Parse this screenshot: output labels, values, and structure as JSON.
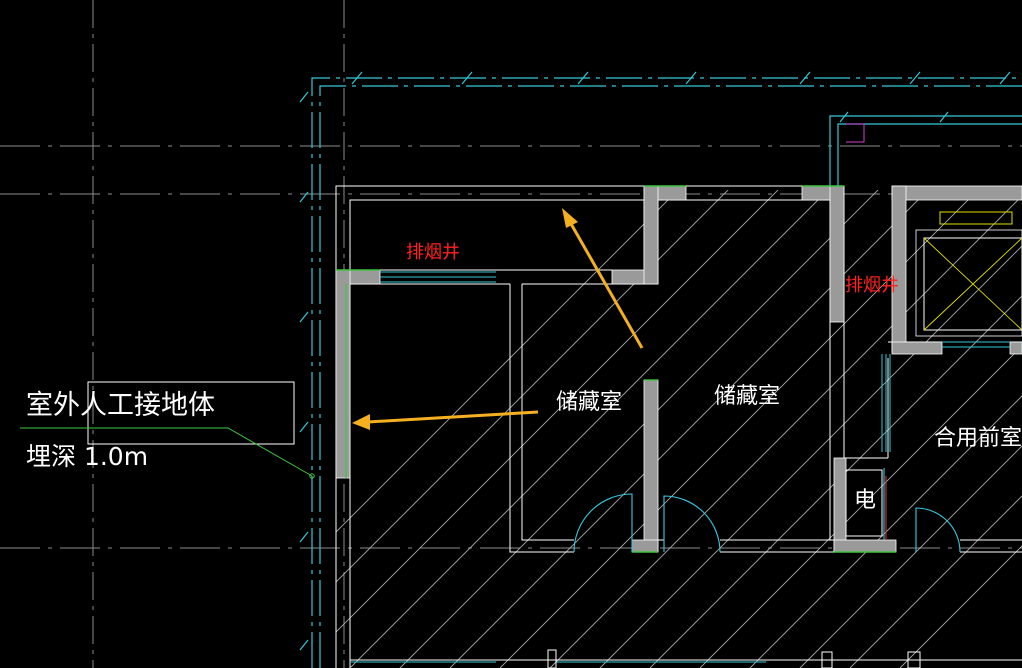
{
  "colors": {
    "background": "#000000",
    "grid": "#8c8c8c",
    "cyan": "#35c8d8",
    "wall_outline": "#ffffff",
    "wall_fill": "#9a9a9a",
    "hatch": "#c8c8c8",
    "door": "#38c8e0",
    "green": "#3ec83e",
    "arrow": "#f5b020",
    "red_text": "#ff2020",
    "white_text": "#ffffff",
    "magenta": "#d040d0",
    "yellow": "#e0e000"
  },
  "labels": {
    "smoke_shaft_1": "排烟井",
    "smoke_shaft_2": "排烟井",
    "storage_1": "储藏室",
    "storage_2": "储藏室",
    "shared_lobby": "合用前室",
    "electric": "电",
    "grounding_line1": "室外人工接地体",
    "grounding_line2": "埋深 1.0m"
  }
}
